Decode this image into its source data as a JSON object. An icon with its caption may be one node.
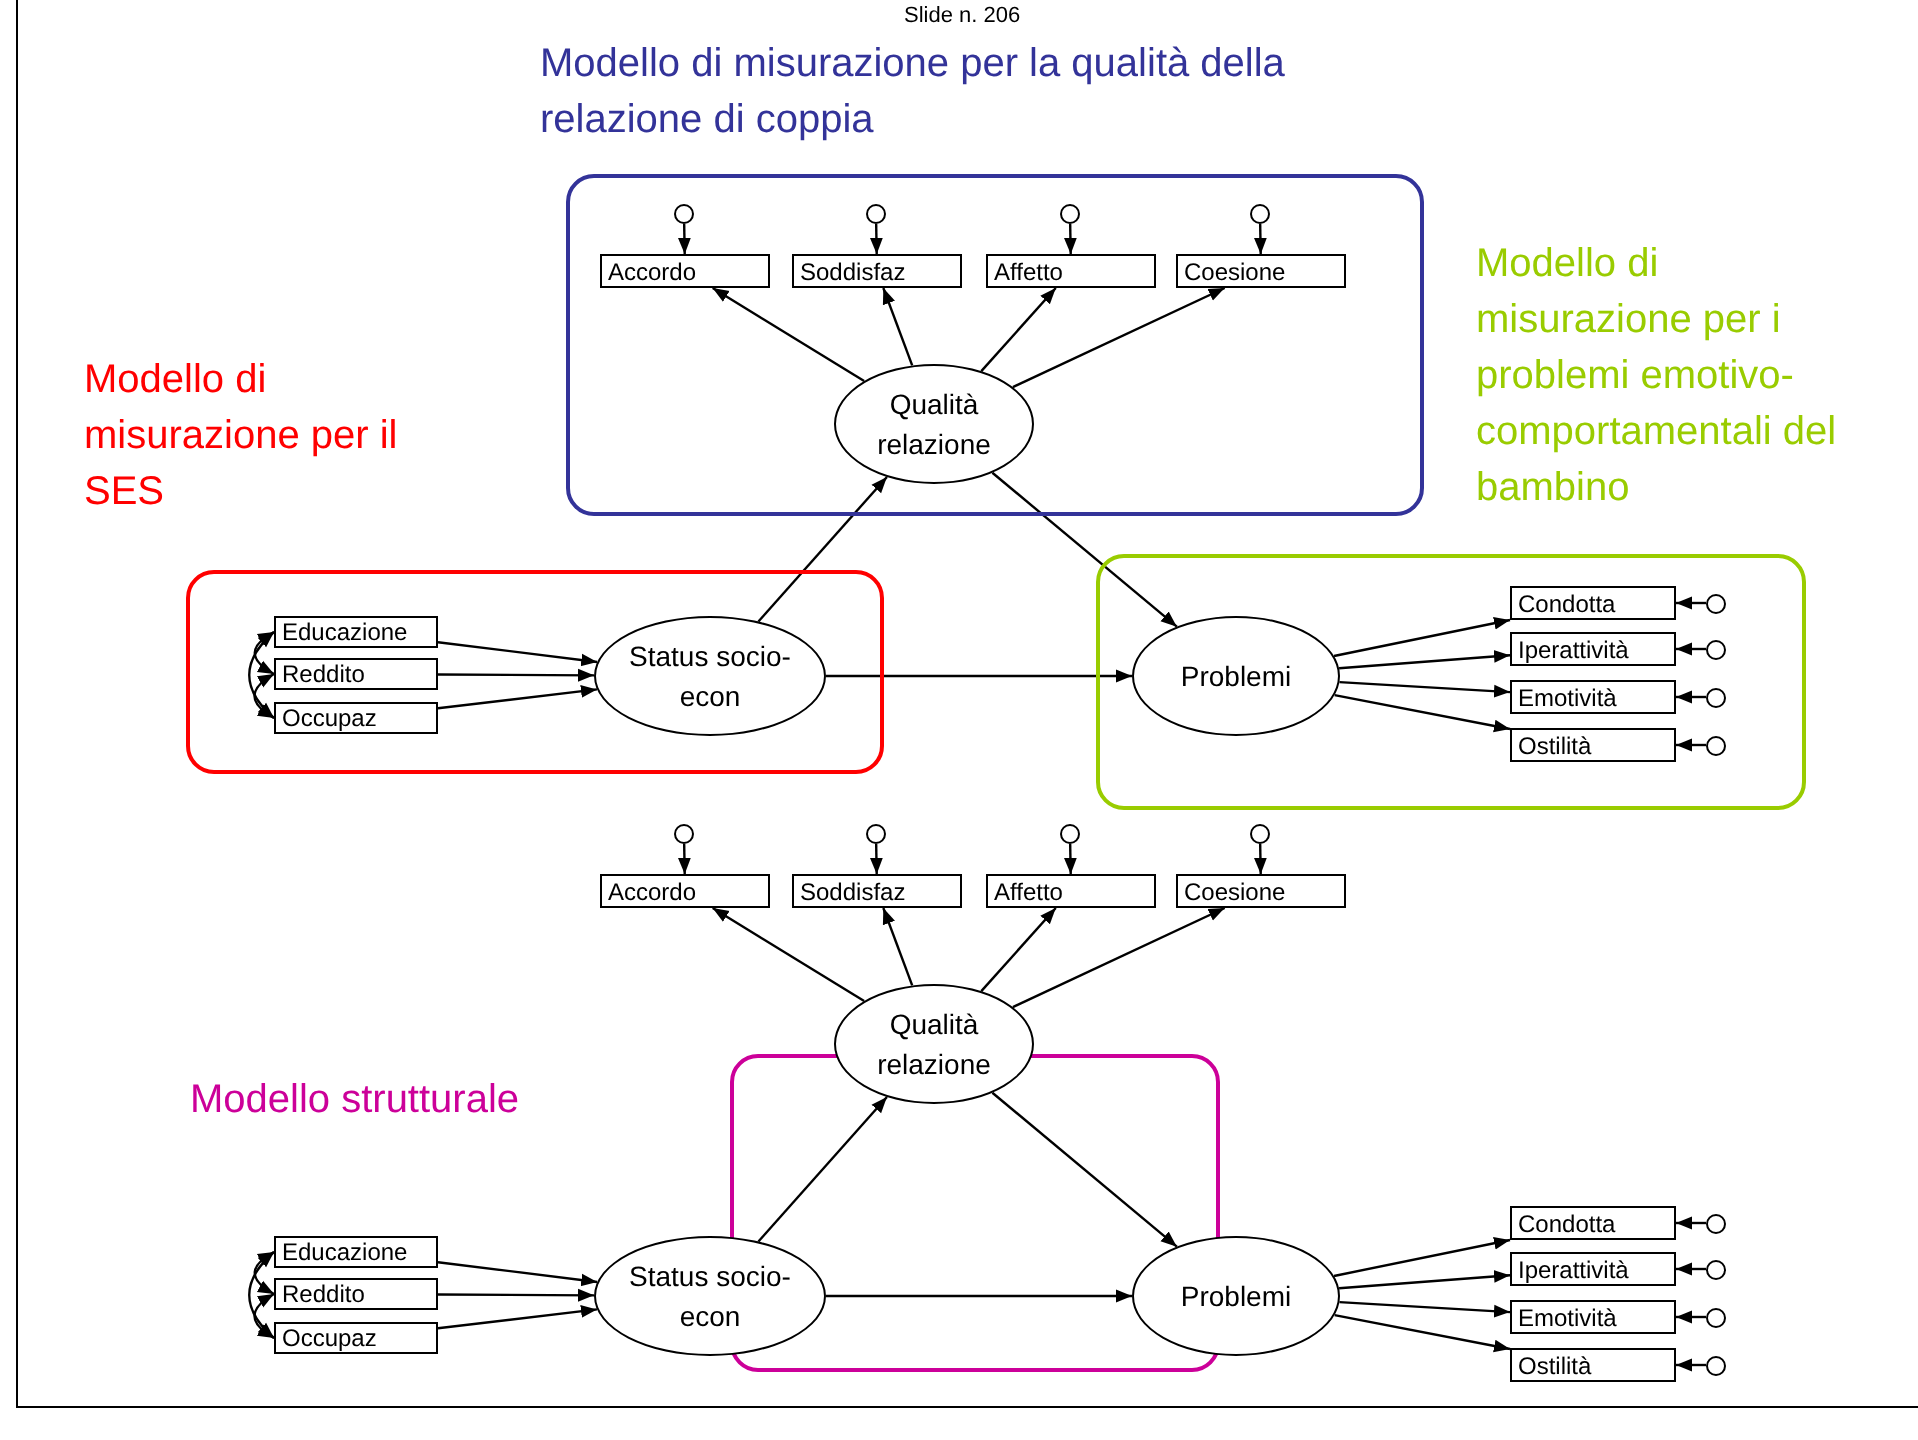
{
  "diagram": {
    "nodes": [
      {
        "text": [
          "Modello di misurazione per la qualità della relazione di coppia"
        ]
      },
      {
        "text": [],
        "shape": "circle",
        "in": 0
      },
      {
        "text": [],
        "shape": "circle",
        "in": 0
      },
      {
        "text": [],
        "shape": "circle",
        "in": 0
      },
      {
        "text": [],
        "shape": "circle",
        "in": 0
      },
      {
        "text": [
          "Accordo"
        ],
        "in": 0
      },
      {
        "text": [
          "Soddisfaz"
        ],
        "in": 0
      },
      {
        "text": [
          "Affetto"
        ],
        "in": 0
      },
      {
        "text": [
          "Coesione"
        ],
        "in": 0
      },
      {
        "text": [
          "Qualità relazione"
        ],
        "in": 0
      },
      {
        "text": [
          "Modello di misurazione per il SES"
        ]
      },
      {
        "text": [
          "Educazione"
        ],
        "in": 10
      },
      {
        "text": [
          "Reddito"
        ],
        "in": 10
      },
      {
        "text": [
          "Occupaz"
        ],
        "in": 10
      },
      {
        "text": [
          "Status socio-econ"
        ],
        "in": 10
      },
      {
        "text": [
          "Modello di misurazione per i problemi emotivo-comportamentali del bambino"
        ]
      },
      {
        "text": [
          "Problemi"
        ],
        "in": 15
      },
      {
        "text": [
          "Condotta"
        ],
        "in": 15
      },
      {
        "text": [
          "Iperattività"
        ],
        "in": 15
      },
      {
        "text": [
          "Emotività"
        ],
        "in": 15
      },
      {
        "text": [
          "Ostilità"
        ],
        "in": 15
      },
      {
        "text": [],
        "shape": "circle",
        "in": 15
      },
      {
        "text": [],
        "shape": "circle",
        "in": 15
      },
      {
        "text": [],
        "shape": "circle",
        "in": 15
      },
      {
        "text": [],
        "shape": "circle",
        "in": 15
      },
      {
        "text": [],
        "shape": "circle"
      },
      {
        "text": [],
        "shape": "circle"
      },
      {
        "text": [],
        "shape": "circle"
      },
      {
        "text": [],
        "shape": "circle"
      },
      {
        "text": [
          "Accordo"
        ]
      },
      {
        "text": [
          "Soddisfaz"
        ]
      },
      {
        "text": [
          "Affetto"
        ]
      },
      {
        "text": [
          "Coesione"
        ]
      },
      {
        "text": [
          "Qualità relazione"
        ]
      },
      {
        "text": [
          "Educazione"
        ]
      },
      {
        "text": [
          "Reddito"
        ]
      },
      {
        "text": [
          "Occupaz"
        ]
      },
      {
        "text": [
          "Status socio-econ"
        ]
      },
      {
        "text": [
          "Problemi"
        ]
      },
      {
        "text": [
          "Condotta"
        ]
      },
      {
        "text": [
          "Iperattività"
        ]
      },
      {
        "text": [
          "Emotività"
        ]
      },
      {
        "text": [
          "Ostilità"
        ]
      },
      {
        "text": [],
        "shape": "circle"
      },
      {
        "text": [],
        "shape": "circle"
      },
      {
        "text": [],
        "shape": "circle"
      },
      {
        "text": [],
        "shape": "circle"
      }
    ],
    "edges": [
      {
        "from": 1,
        "to": 5,
        "arrow": "to"
      },
      {
        "from": 2,
        "to": 6,
        "arrow": "to"
      },
      {
        "from": 3,
        "to": 7,
        "arrow": "to"
      },
      {
        "from": 4,
        "to": 8,
        "arrow": "to"
      },
      {
        "from": 9,
        "to": 5,
        "arrow": "to"
      },
      {
        "from": 9,
        "to": 6,
        "arrow": "to"
      },
      {
        "from": 9,
        "to": 7,
        "arrow": "to"
      },
      {
        "from": 9,
        "to": 8,
        "arrow": "to"
      },
      {
        "from": 11,
        "to": 12,
        "arrow": "both"
      },
      {
        "from": 12,
        "to": 13,
        "arrow": "both"
      },
      {
        "from": 11,
        "to": 13,
        "arrow": "both"
      },
      {
        "from": 11,
        "to": 14,
        "arrow": "to"
      },
      {
        "from": 12,
        "to": 14,
        "arrow": "to"
      },
      {
        "from": 13,
        "to": 14,
        "arrow": "to"
      },
      {
        "from": 14,
        "to": 9,
        "arrow": "to"
      },
      {
        "from": 9,
        "to": 16,
        "arrow": "to"
      },
      {
        "from": 14,
        "to": 16,
        "arrow": "to"
      },
      {
        "from": 16,
        "to": 17,
        "arrow": "to"
      },
      {
        "from": 16,
        "to": 18,
        "arrow": "to"
      },
      {
        "from": 16,
        "to": 19,
        "arrow": "to"
      },
      {
        "from": 16,
        "to": 20,
        "arrow": "to"
      },
      {
        "from": 21,
        "to": 17,
        "arrow": "to"
      },
      {
        "from": 22,
        "to": 18,
        "arrow": "to"
      },
      {
        "from": 23,
        "to": 19,
        "arrow": "to"
      },
      {
        "from": 24,
        "to": 20,
        "arrow": "to"
      },
      {
        "from": 25,
        "to": 29,
        "arrow": "to"
      },
      {
        "from": 26,
        "to": 30,
        "arrow": "to"
      },
      {
        "from": 27,
        "to": 31,
        "arrow": "to"
      },
      {
        "from": 28,
        "to": 32,
        "arrow": "to"
      },
      {
        "from": 33,
        "to": 29,
        "arrow": "to"
      },
      {
        "from": 33,
        "to": 30,
        "arrow": "to"
      },
      {
        "from": 33,
        "to": 31,
        "arrow": "to"
      },
      {
        "from": 33,
        "to": 32,
        "arrow": "to"
      },
      {
        "from": 34,
        "to": 35,
        "arrow": "both"
      },
      {
        "from": 35,
        "to": 36,
        "arrow": "both"
      },
      {
        "from": 34,
        "to": 36,
        "arrow": "both"
      },
      {
        "from": 34,
        "to": 37,
        "arrow": "to"
      },
      {
        "from": 35,
        "to": 37,
        "arrow": "to"
      },
      {
        "from": 36,
        "to": 37,
        "arrow": "to"
      },
      {
        "from": 37,
        "to": 33,
        "arrow": "to"
      },
      {
        "from": 33,
        "to": 38,
        "arrow": "to"
      },
      {
        "from": 37,
        "to": 38,
        "arrow": "to"
      },
      {
        "from": 38,
        "to": 39,
        "arrow": "to"
      },
      {
        "from": 38,
        "to": 40,
        "arrow": "to"
      },
      {
        "from": 38,
        "to": 41,
        "arrow": "to"
      },
      {
        "from": 38,
        "to": 42,
        "arrow": "to"
      },
      {
        "from": 43,
        "to": 39,
        "arrow": "to"
      },
      {
        "from": 44,
        "to": 40,
        "arrow": "to"
      },
      {
        "from": 45,
        "to": 41,
        "arrow": "to"
      },
      {
        "from": 46,
        "to": 42,
        "arrow": "to"
      }
    ],
    "labels": [
      "Slide n. 206",
      "Modello strutturale"
    ]
  }
}
